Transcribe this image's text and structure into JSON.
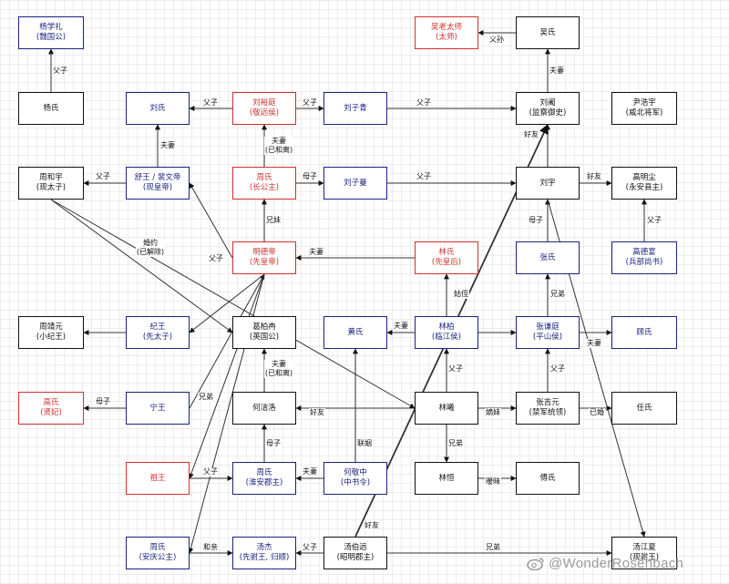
{
  "nodes": {
    "yang_xueli": {
      "name": "杨学礼",
      "sub": "(魏国公)"
    },
    "wu_laotaishi": {
      "name": "吴老太师",
      "sub": "(太师)"
    },
    "wu_shi": {
      "name": "吴氏",
      "sub": ""
    },
    "yang_shi": {
      "name": "杨氏",
      "sub": ""
    },
    "liu_shi": {
      "name": "刘氏",
      "sub": ""
    },
    "liu_yuting": {
      "name": "刘裕庭",
      "sub": "(敬远侯)"
    },
    "liu_ziqing": {
      "name": "刘子青",
      "sub": ""
    },
    "liu_she": {
      "name": "刘阇",
      "sub": "(监察御史)"
    },
    "yin_haoyu": {
      "name": "尹浩宇",
      "sub": "(威北将军)"
    },
    "zhou_heyu": {
      "name": "周和宇",
      "sub": "(现太子)"
    },
    "shu_wang": {
      "name": "舒王 / 裴文帝",
      "sub": "(现皇帝)"
    },
    "zhou_shi_ch": {
      "name": "周氏",
      "sub": "(长公主)"
    },
    "liu_ziman": {
      "name": "刘子曼",
      "sub": ""
    },
    "liu_yu": {
      "name": "刘宇",
      "sub": ""
    },
    "gao_mingchen": {
      "name": "高明尘",
      "sub": "(永安县主)"
    },
    "ming_dedi": {
      "name": "明德帝",
      "sub": "(先皇帝)"
    },
    "lin_shi": {
      "name": "林氏",
      "sub": "(先皇后)"
    },
    "zhang_shi": {
      "name": "张氏",
      "sub": ""
    },
    "gao_deyan": {
      "name": "高德宴",
      "sub": "(兵部尚书)"
    },
    "zhou_jingyuan": {
      "name": "周靖元",
      "sub": "(小纪王)"
    },
    "ji_wang": {
      "name": "纪王",
      "sub": "(先太子)"
    },
    "ge_bairan": {
      "name": "葛柏冉",
      "sub": "(英国公)"
    },
    "huang_shi": {
      "name": "黄氏",
      "sub": ""
    },
    "lin_bai": {
      "name": "林柏",
      "sub": "(临江侯)"
    },
    "zhang_qianting": {
      "name": "张谦庭",
      "sub": "(平山侯)"
    },
    "gu_shi": {
      "name": "顾氏",
      "sub": ""
    },
    "gao_shi": {
      "name": "高氏",
      "sub": "(贤妃)"
    },
    "ning_wang": {
      "name": "宁王",
      "sub": ""
    },
    "he_jieluo": {
      "name": "何洁洛",
      "sub": ""
    },
    "lin_xi": {
      "name": "林曦",
      "sub": ""
    },
    "zhang_jiyuan": {
      "name": "张吉元",
      "sub": "(禁军统领)"
    },
    "ren_shi": {
      "name": "任氏",
      "sub": ""
    },
    "zu_wang": {
      "name": "祖王",
      "sub": ""
    },
    "zhou_shi_ha": {
      "name": "周氏",
      "sub": "(淮安郡主)"
    },
    "he_jingzhong": {
      "name": "何敬中",
      "sub": "(中书令)"
    },
    "lin_heng": {
      "name": "林恒",
      "sub": ""
    },
    "fu_shi": {
      "name": "傅氏",
      "sub": ""
    },
    "zhou_shi_aq": {
      "name": "周氏",
      "sub": "(安庆公主)"
    },
    "tang_jie": {
      "name": "汤杰",
      "sub": "(先驸王, 归顺)"
    },
    "tang_boyuan": {
      "name": "汤伯远",
      "sub": "(昭明郡主)"
    },
    "tang_jiangxia": {
      "name": "汤江夏",
      "sub": "(现驸王)"
    }
  },
  "edge_labels": {
    "l1": "父子",
    "l2": "义孙",
    "l3": "夫妻",
    "l4": "父子",
    "l5": "父子",
    "l6": "父子",
    "l7": "夫妻",
    "l8": "夫妻\n(已和离)",
    "l9": "父子",
    "l10": "母子",
    "l11": "父子",
    "l12": "好友",
    "l13": "好友",
    "l14": "兄妹",
    "l15": "婚约\n(已解除)",
    "l16": "父子",
    "l17": "母子",
    "l18": "父子",
    "l19": "夫妻",
    "l20": "姑侄",
    "l21": "兄弟",
    "l22": "夫妻",
    "l23": "夫妻",
    "l24": "夫妻\n(已和离)",
    "l25": "父子",
    "l26": "兄弟",
    "l27": "母子",
    "l28": "好友",
    "l29": "嫡妹",
    "l30": "已婚",
    "l31": "母子",
    "l32": "联姻",
    "l33": "兄弟",
    "l34": "父子",
    "l35": "夫妻",
    "l36": "暧昧",
    "l37": "和亲",
    "l38": "父子",
    "l39": "好友",
    "l40": "兄弟"
  },
  "watermark": "@WonderRosenbach"
}
